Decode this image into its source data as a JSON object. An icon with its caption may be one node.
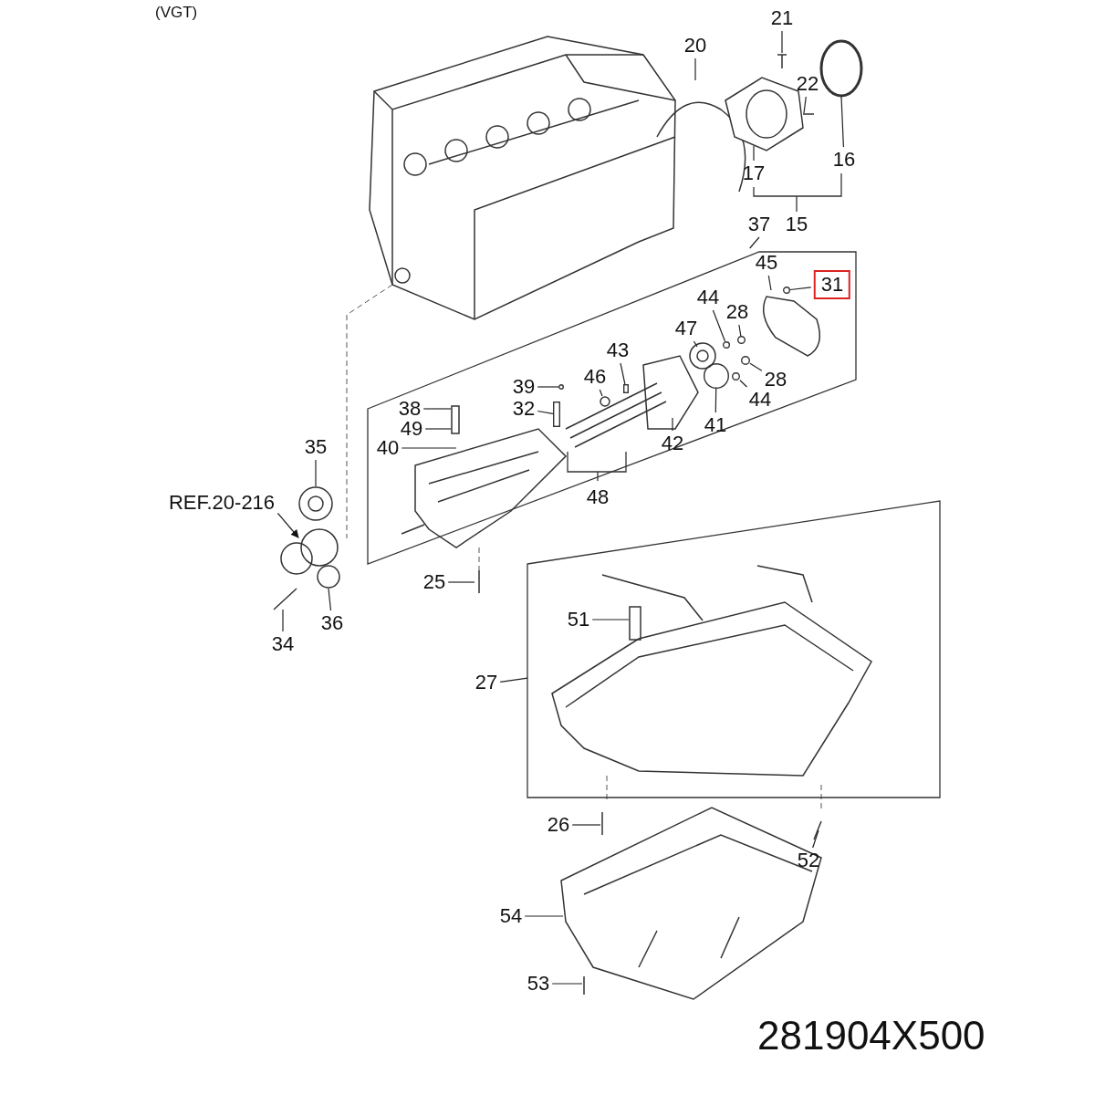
{
  "diagram": {
    "nodes": [
      {
        "text": [
          "21"
        ]
      },
      {
        "text": [
          "20"
        ]
      },
      {
        "text": [
          "22"
        ]
      },
      {
        "text": [
          "16"
        ]
      },
      {
        "text": [
          "17"
        ]
      },
      {
        "text": [
          "15"
        ]
      },
      {
        "text": [
          "37"
        ]
      },
      {
        "text": [],
        "shape": "box"
      },
      {
        "text": [
          "45"
        ],
        "in": 7
      },
      {
        "text": [
          "31"
        ],
        "in": 7
      },
      {
        "text": [
          "44"
        ],
        "in": 7
      },
      {
        "text": [
          "28"
        ],
        "in": 7
      },
      {
        "text": [
          "47"
        ],
        "in": 7
      },
      {
        "text": [
          "43"
        ],
        "in": 7
      },
      {
        "text": [
          "39"
        ],
        "in": 7
      },
      {
        "text": [
          "46"
        ],
        "in": 7
      },
      {
        "text": [
          "28"
        ],
        "in": 7
      },
      {
        "text": [
          "38"
        ],
        "in": 7
      },
      {
        "text": [
          "32"
        ],
        "in": 7
      },
      {
        "text": [
          "49"
        ],
        "in": 7
      },
      {
        "text": [
          "40"
        ],
        "in": 7
      },
      {
        "text": [
          "42"
        ],
        "in": 7
      },
      {
        "text": [
          "41"
        ],
        "in": 7
      },
      {
        "text": [
          "44"
        ],
        "in": 7
      },
      {
        "text": [
          "35"
        ]
      },
      {
        "text": [
          "48"
        ]
      },
      {
        "text": [
          "REF.20-216"
        ]
      },
      {
        "text": [
          "25"
        ]
      },
      {
        "text": [],
        "shape": "box"
      },
      {
        "text": [
          "51"
        ],
        "in": 28
      },
      {
        "text": [
          "27"
        ]
      },
      {
        "text": [
          "34"
        ]
      },
      {
        "text": [
          "36"
        ]
      },
      {
        "text": [
          "26"
        ]
      },
      {
        "text": [
          "52"
        ]
      },
      {
        "text": [
          "54"
        ]
      },
      {
        "text": [
          "53"
        ]
      },
      {
        "text": [],
        "shape": "circle",
        "in": 7
      },
      {
        "text": [],
        "shape": "circle",
        "in": 7
      },
      {
        "text": [],
        "shape": "bar",
        "in": 7
      },
      {
        "text": [],
        "shape": "circle",
        "in": 7
      },
      {
        "text": [],
        "shape": "bar",
        "in": 7
      },
      {
        "text": [],
        "shape": "circle",
        "in": 7
      },
      {
        "text": [],
        "shape": "circle",
        "in": 7
      },
      {
        "text": [],
        "shape": "circle",
        "in": 7
      },
      {
        "text": [],
        "shape": "circle",
        "in": 7
      }
    ],
    "edges": [
      {
        "from": 0,
        "to": null,
        "arrow": "none"
      },
      {
        "from": 1,
        "to": null,
        "arrow": "none"
      },
      {
        "from": 2,
        "to": null,
        "arrow": "none"
      },
      {
        "from": 3,
        "to": null,
        "arrow": "none"
      },
      {
        "from": 4,
        "to": null,
        "arrow": "none"
      },
      {
        "from": 6,
        "to": 7,
        "arrow": "none"
      },
      {
        "from": 8,
        "to": null,
        "arrow": "none"
      },
      {
        "from": 9,
        "to": 37,
        "arrow": "none"
      },
      {
        "from": 10,
        "to": 38,
        "arrow": "none"
      },
      {
        "from": 11,
        "to": 43,
        "arrow": "none"
      },
      {
        "from": 12,
        "to": null,
        "arrow": "none"
      },
      {
        "from": 13,
        "to": 39,
        "arrow": "none"
      },
      {
        "from": 14,
        "to": 40,
        "arrow": "none"
      },
      {
        "from": 15,
        "to": null,
        "arrow": "none"
      },
      {
        "from": 16,
        "to": 44,
        "arrow": "none"
      },
      {
        "from": 17,
        "to": null,
        "arrow": "none"
      },
      {
        "from": 18,
        "to": 41,
        "arrow": "none"
      },
      {
        "from": 19,
        "to": null,
        "arrow": "none"
      },
      {
        "from": 20,
        "to": null,
        "arrow": "none"
      },
      {
        "from": 21,
        "to": null,
        "arrow": "none"
      },
      {
        "from": 22,
        "to": 42,
        "arrow": "none"
      },
      {
        "from": 23,
        "to": 45,
        "arrow": "none"
      },
      {
        "from": 24,
        "to": null,
        "arrow": "none"
      },
      {
        "from": 26,
        "to": null,
        "arrow": "to"
      },
      {
        "from": 27,
        "to": null,
        "arrow": "none"
      },
      {
        "from": 29,
        "to": null,
        "arrow": "none"
      },
      {
        "from": 30,
        "to": 28,
        "arrow": "none"
      },
      {
        "from": 31,
        "to": null,
        "arrow": "none"
      },
      {
        "from": 32,
        "to": null,
        "arrow": "none"
      },
      {
        "from": 33,
        "to": null,
        "arrow": "none"
      },
      {
        "from": 34,
        "to": null,
        "arrow": "none"
      },
      {
        "from": 35,
        "to": null,
        "arrow": "none"
      },
      {
        "from": 36,
        "to": null,
        "arrow": "none"
      }
    ],
    "labels": [
      "(VGT)",
      "281904X500"
    ]
  }
}
